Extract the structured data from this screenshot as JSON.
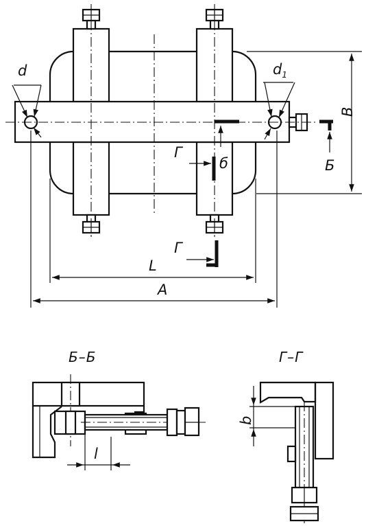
{
  "labels": {
    "d": "d",
    "d1_main": "d",
    "d1_sub": "1",
    "B": "B",
    "L": "L",
    "A": "A",
    "l": "l",
    "b": "b",
    "arrow_B_right": "Б",
    "arrow_B_mid": "б",
    "arrow_G_mid": "Г",
    "arrow_G_bottom": "Г"
  },
  "sections": {
    "bb_title": "Б–Б",
    "gg_title": "Г–Г"
  }
}
